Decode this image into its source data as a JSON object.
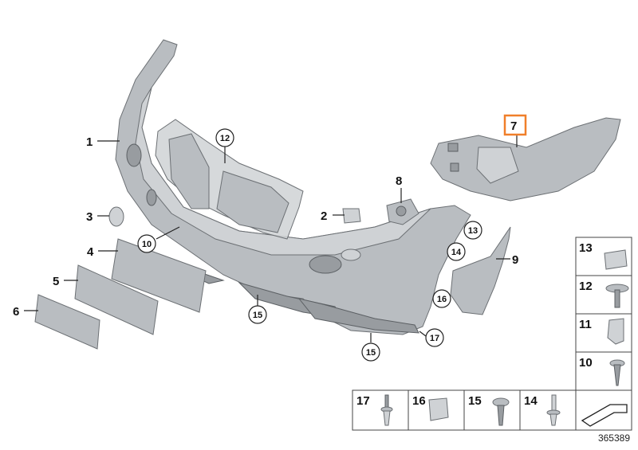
{
  "callouts": {
    "c1": "1",
    "c2": "2",
    "c3": "3",
    "c4": "4",
    "c5": "5",
    "c6": "6",
    "c7": "7",
    "c8": "8",
    "c9": "9",
    "c10": "10",
    "c12": "12",
    "c13": "13",
    "c14": "14",
    "c15a": "15",
    "c15b": "15",
    "c16": "16",
    "c17": "17"
  },
  "legend_right": [
    "13",
    "12",
    "11",
    "10"
  ],
  "legend_bottom": [
    "17",
    "16",
    "15",
    "14"
  ],
  "diagram_id": "365389",
  "colors": {
    "highlight": "#f07f2a",
    "part": "#b9bdc1",
    "outline": "#6c7074"
  }
}
